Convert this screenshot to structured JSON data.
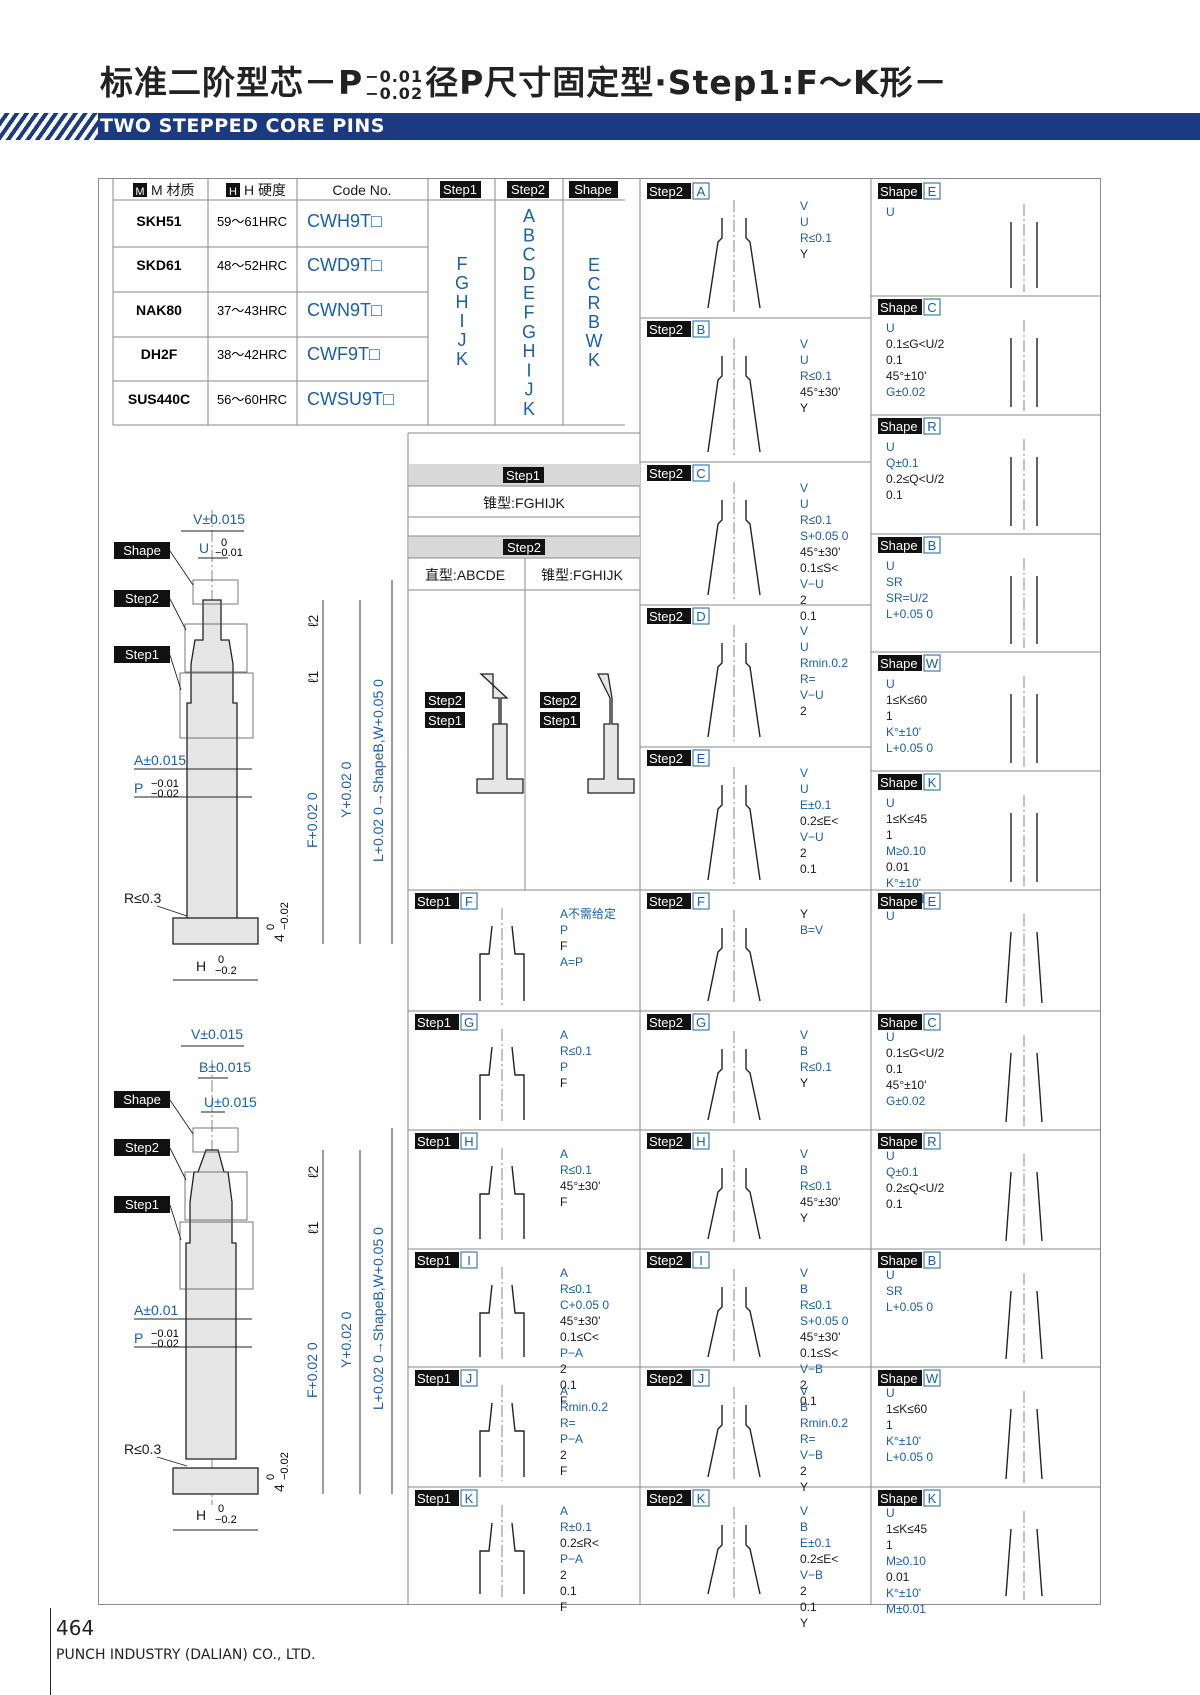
{
  "header": {
    "title_main": "标准二阶型芯",
    "title_dash1": "－P",
    "tol_upper": "−0.01",
    "tol_lower": "−0.02",
    "title_rest": "径P尺寸固定型·Step1:F～K形－",
    "subtitle": "TWO STEPPED CORE PINS"
  },
  "spec_table": {
    "headers": [
      "M 材质",
      "H 硬度",
      "Code No.",
      "Step1",
      "Step2",
      "Shape"
    ],
    "rows": [
      {
        "material": "SKH51",
        "hardness": "59～61HRC",
        "code": "CWH9T□"
      },
      {
        "material": "SKD61",
        "hardness": "48～52HRC",
        "code": "CWD9T□"
      },
      {
        "material": "NAK80",
        "hardness": "37～43HRC",
        "code": "CWN9T□"
      },
      {
        "material": "DH2F",
        "hardness": "38～42HRC",
        "code": "CWF9T□"
      },
      {
        "material": "SUS440C",
        "hardness": "56～60HRC",
        "code": "CWSU9T□"
      }
    ],
    "step1_letters": [
      "F",
      "G",
      "H",
      "I",
      "J",
      "K"
    ],
    "step2_letters": [
      "A",
      "B",
      "C",
      "D",
      "E",
      "F",
      "G",
      "H",
      "I",
      "J",
      "K"
    ],
    "shape_letters": [
      "E",
      "C",
      "R",
      "B",
      "W",
      "K"
    ]
  },
  "step_legend": {
    "step1_title": "Step1",
    "step1_type": "锥型:FGHIJK",
    "step2_title": "Step2",
    "step2_straight": "直型:ABCDE",
    "step2_taper": "锥型:FGHIJK",
    "tag_step2": "Step2",
    "tag_step1": "Step1"
  },
  "pin_drawing_1": {
    "tags": [
      "Shape",
      "Step2",
      "Step1"
    ],
    "dims": {
      "V": "V±0.015",
      "U": "U",
      "U_tol_u": "0",
      "U_tol_l": "−0.01",
      "A": "A±0.015",
      "P": "P",
      "P_tol_u": "−0.01",
      "P_tol_l": "−0.02",
      "R": "R≤0.3",
      "H": "H",
      "H_tol_u": "0",
      "H_tol_l": "−0.2",
      "four": "4",
      "four_tol_u": "0",
      "four_tol_l": "−0.02",
      "l2": "ℓ2",
      "l1": "ℓ1",
      "F": "F+0.02 0",
      "Y": "Y+0.02 0",
      "L": "L+0.02 0→ShapeB,W+0.05 0"
    }
  },
  "pin_drawing_2": {
    "tags": [
      "Shape",
      "Step2",
      "Step1"
    ],
    "dims": {
      "V": "V±0.015",
      "B": "B±0.015",
      "U": "U±0.015",
      "A": "A±0.01",
      "P": "P",
      "P_tol_u": "−0.01",
      "P_tol_l": "−0.02",
      "R": "R≤0.3",
      "H": "H",
      "H_tol_u": "0",
      "H_tol_l": "−0.2",
      "four": "4",
      "four_tol_u": "0",
      "four_tol_l": "−0.02",
      "l2": "ℓ2",
      "l1": "ℓ1",
      "F": "F+0.02 0",
      "Y": "Y+0.02 0",
      "L": "L+0.02 0→ShapeB,W+0.05 0"
    }
  },
  "step2_top": [
    {
      "tag": "Step2",
      "code": "A",
      "notes": [
        "V",
        "U",
        "R≤0.1",
        "Y"
      ]
    },
    {
      "tag": "Step2",
      "code": "B",
      "notes": [
        "V",
        "U",
        "R≤0.1",
        "45°±30'",
        "Y"
      ]
    },
    {
      "tag": "Step2",
      "code": "C",
      "notes": [
        "V",
        "U",
        "R≤0.1",
        "S+0.05 0",
        "45°±30'",
        "0.1≤S<",
        "V−U",
        "2",
        "0.1"
      ]
    },
    {
      "tag": "Step2",
      "code": "D",
      "notes": [
        "V",
        "U",
        "Rmin.0.2",
        "R=",
        "V−U",
        "2"
      ]
    },
    {
      "tag": "Step2",
      "code": "E",
      "notes": [
        "V",
        "U",
        "E±0.1",
        "0.2≤E<",
        "V−U",
        "2",
        "0.1"
      ]
    }
  ],
  "shape_top": [
    {
      "tag": "Shape",
      "code": "E",
      "notes": [
        "U"
      ]
    },
    {
      "tag": "Shape",
      "code": "C",
      "notes": [
        "U",
        "0.1≤G<U/2",
        "0.1",
        "45°±10'",
        "G±0.02"
      ]
    },
    {
      "tag": "Shape",
      "code": "R",
      "notes": [
        "U",
        "Q±0.1",
        "0.2≤Q<U/2",
        "0.1"
      ]
    },
    {
      "tag": "Shape",
      "code": "B",
      "notes": [
        "U",
        "SR",
        "SR=U/2",
        "L+0.05 0"
      ]
    },
    {
      "tag": "Shape",
      "code": "W",
      "notes": [
        "U",
        "1≤K≤60",
        "1",
        "K°±10'",
        "L+0.05 0"
      ]
    },
    {
      "tag": "Shape",
      "code": "K",
      "notes": [
        "U",
        "1≤K≤45",
        "1",
        "M≥0.10",
        "0.01",
        "K°±10'",
        "M±0.01"
      ]
    }
  ],
  "bottom_rows": [
    {
      "step1": {
        "tag": "Step1",
        "code": "F",
        "notes": [
          "A不需给定",
          "P",
          "F",
          "A=P"
        ]
      },
      "step2": {
        "tag": "Step2",
        "code": "F",
        "notes": [
          "Y",
          "B=V"
        ]
      },
      "shape": {
        "tag": "Shape",
        "code": "E",
        "notes": [
          "U"
        ]
      }
    },
    {
      "step1": {
        "tag": "Step1",
        "code": "G",
        "notes": [
          "A",
          "R≤0.1",
          "P",
          "F"
        ]
      },
      "step2": {
        "tag": "Step2",
        "code": "G",
        "notes": [
          "V",
          "B",
          "R≤0.1",
          "Y"
        ]
      },
      "shape": {
        "tag": "Shape",
        "code": "C",
        "notes": [
          "U",
          "0.1≤G<U/2",
          "0.1",
          "45°±10'",
          "G±0.02"
        ]
      }
    },
    {
      "step1": {
        "tag": "Step1",
        "code": "H",
        "notes": [
          "A",
          "R≤0.1",
          "45°±30'",
          "F"
        ]
      },
      "step2": {
        "tag": "Step2",
        "code": "H",
        "notes": [
          "V",
          "B",
          "R≤0.1",
          "45°±30'",
          "Y"
        ]
      },
      "shape": {
        "tag": "Shape",
        "code": "R",
        "notes": [
          "U",
          "Q±0.1",
          "0.2≤Q<U/2",
          "0.1"
        ]
      }
    },
    {
      "step1": {
        "tag": "Step1",
        "code": "I",
        "notes": [
          "A",
          "R≤0.1",
          "C+0.05 0",
          "45°±30'",
          "0.1≤C<",
          "P−A",
          "2",
          "0.1",
          "F"
        ]
      },
      "step2": {
        "tag": "Step2",
        "code": "I",
        "notes": [
          "V",
          "B",
          "R≤0.1",
          "S+0.05 0",
          "45°±30'",
          "0.1≤S<",
          "V−B",
          "2",
          "0.1"
        ]
      },
      "shape": {
        "tag": "Shape",
        "code": "B",
        "notes": [
          "U",
          "SR",
          "L+0.05 0"
        ]
      }
    },
    {
      "step1": {
        "tag": "Step1",
        "code": "J",
        "notes": [
          "A",
          "Rmin.0.2",
          "R=",
          "P−A",
          "2",
          "F"
        ]
      },
      "step2": {
        "tag": "Step2",
        "code": "J",
        "notes": [
          "V",
          "B",
          "Rmin.0.2",
          "R=",
          "V−B",
          "2",
          "Y"
        ]
      },
      "shape": {
        "tag": "Shape",
        "code": "W",
        "notes": [
          "U",
          "1≤K≤60",
          "1",
          "K°±10'",
          "L+0.05 0"
        ]
      }
    },
    {
      "step1": {
        "tag": "Step1",
        "code": "K",
        "notes": [
          "A",
          "R±0.1",
          "0.2≤R<",
          "P−A",
          "2",
          "0.1",
          "F"
        ]
      },
      "step2": {
        "tag": "Step2",
        "code": "K",
        "notes": [
          "V",
          "B",
          "E±0.1",
          "0.2≤E<",
          "V−B",
          "2",
          "0.1",
          "Y"
        ]
      },
      "shape": {
        "tag": "Shape",
        "code": "K",
        "notes": [
          "U",
          "1≤K≤45",
          "1",
          "M≥0.10",
          "0.01",
          "K°±10'",
          "M±0.01"
        ]
      }
    }
  ],
  "footer": {
    "page_number": "464",
    "company": "PUNCH INDUSTRY (DALIAN) CO., LTD."
  },
  "colors": {
    "accent_blue": "#1b3a80",
    "dim_blue": "#1a5fa8",
    "bullet_magenta": "#d81b60"
  }
}
